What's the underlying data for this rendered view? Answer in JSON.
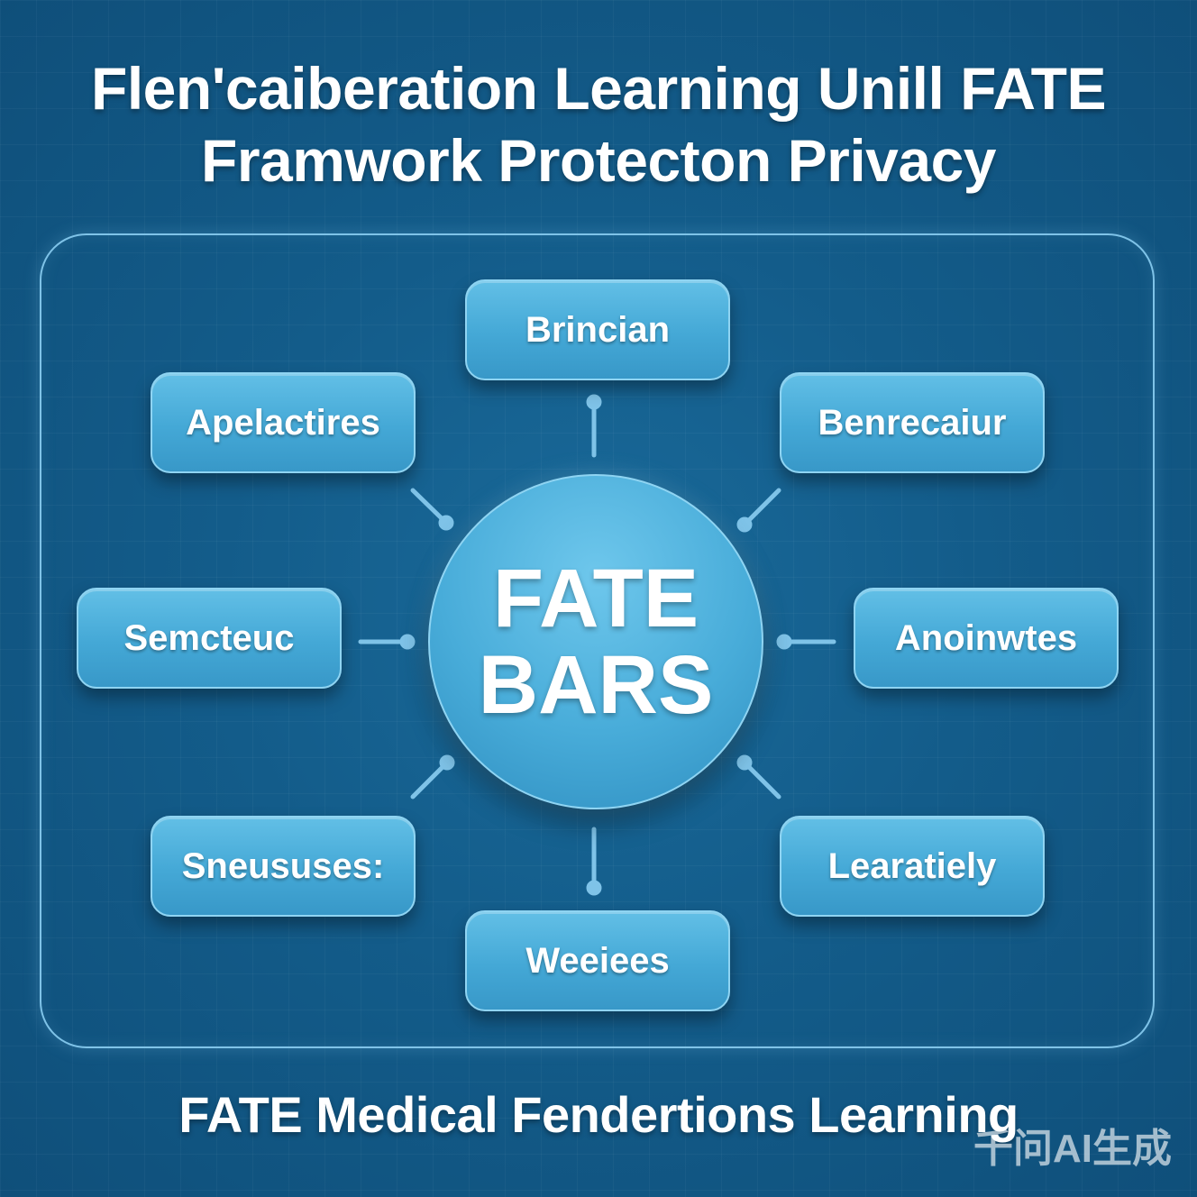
{
  "title": {
    "line1": "Flen'caiberation Learning Unill FATE",
    "line2": "Framwork Protecton Privacy"
  },
  "hub": {
    "line1": "FATE",
    "line2": "BARS"
  },
  "nodes": {
    "top": "Brincian",
    "top_left": "Apelactires",
    "top_right": "Benrecaiur",
    "left": "Semcteuc",
    "right": "Anoinwtes",
    "bottom_left": "Sneususes:",
    "bottom_right": "Learatiely",
    "bottom": "Weeiees"
  },
  "footer": "FATE Medical Fendertions Learning",
  "watermark": "千问AI生成",
  "colors": {
    "background": "#135c8a",
    "node_fill": "#44a8d6",
    "node_border": "#8fd4f2",
    "frame_border": "#7fc3e8",
    "text": "#ffffff"
  }
}
